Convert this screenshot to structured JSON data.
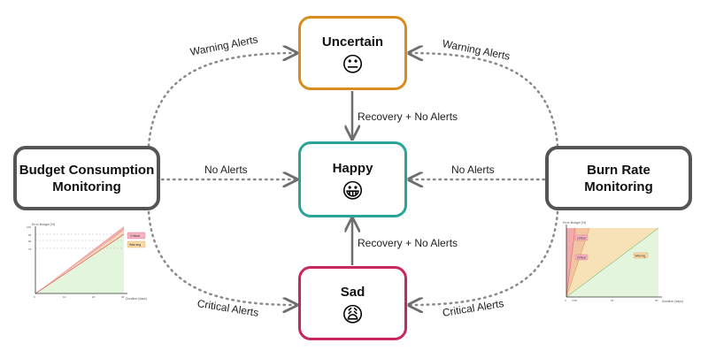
{
  "colors": {
    "uncertain_border": "#D98C1E",
    "happy_border": "#2BA397",
    "sad_border": "#C8265F",
    "monitor_border": "#555555",
    "arrow_solid": "#6E6E6E",
    "arrow_dotted": "#8A8A8A"
  },
  "states": {
    "uncertain": {
      "label": "Uncertain",
      "emoji": "😐",
      "icon": "neutral-face-icon"
    },
    "happy": {
      "label": "Happy",
      "emoji": "😀",
      "icon": "grinning-face-icon"
    },
    "sad": {
      "label": "Sad",
      "emoji": "😩",
      "icon": "weary-face-icon"
    }
  },
  "monitors": {
    "budget": {
      "line1": "Budget Consumption",
      "line2": "Monitoring"
    },
    "burn": {
      "line1": "Burn Rate",
      "line2": "Monitoring"
    }
  },
  "edges": {
    "warning_left": "Warning Alerts",
    "warning_right": "Warning Alerts",
    "no_alerts_left": "No Alerts",
    "no_alerts_right": "No Alerts",
    "critical_left": "Critical Alerts",
    "critical_right": "Critical Alerts",
    "recovery_top": "Recovery + No Alerts",
    "recovery_bottom": "Recovery + No Alerts"
  },
  "thumbnails": {
    "budget": {
      "ylabel": "Error Budget (%)",
      "xlabel": "Duration (days)",
      "badge_critical": "Critical",
      "badge_warning": "Warning",
      "yticks": [
        "100",
        "95",
        "90",
        "75"
      ],
      "xticks": [
        "0",
        "10",
        "20",
        "30"
      ]
    },
    "burn": {
      "ylabel": "Error Budget (%)",
      "xlabel": "Duration (days)",
      "badge_critical_1": "Critical",
      "badge_critical_2": "Critical",
      "badge_warning": "Warning",
      "xticks": [
        "0",
        "2.08",
        "15",
        "30"
      ]
    }
  }
}
